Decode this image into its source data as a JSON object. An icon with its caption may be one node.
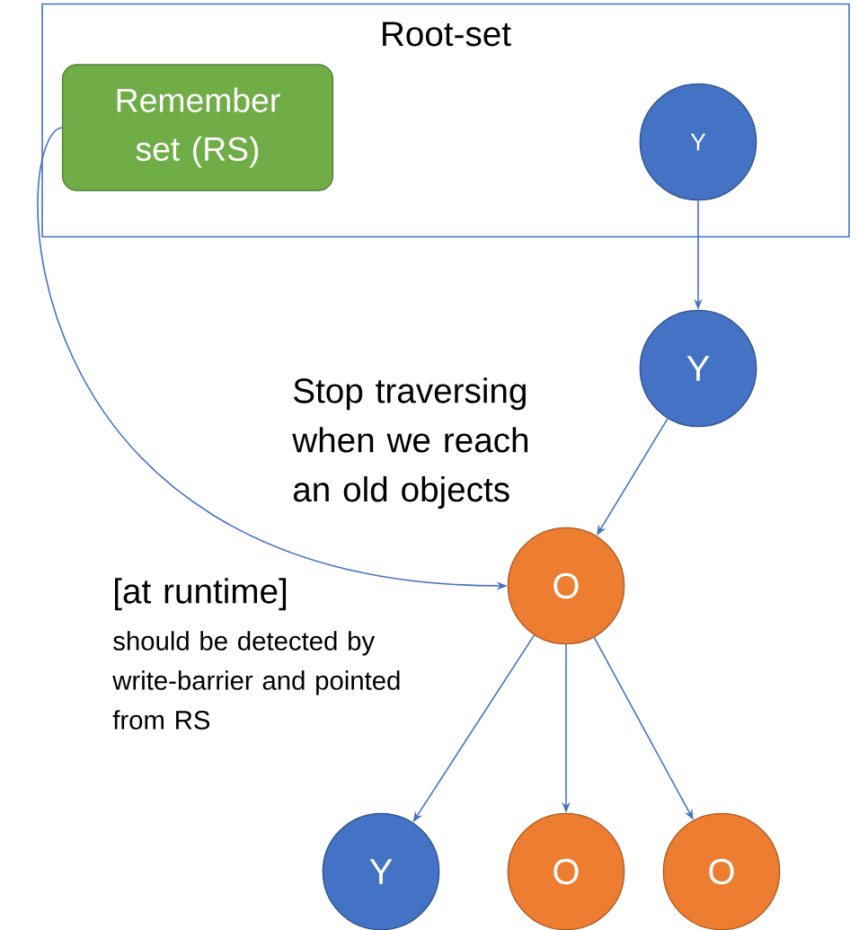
{
  "diagram": {
    "nodes": [
      {
        "text": [
          "Root-set"
        ]
      },
      {
        "text": [
          "Remember set (RS)"
        ],
        "in": 0
      },
      {
        "text": [
          "Y"
        ],
        "in": 0
      },
      {
        "text": [
          "Y"
        ]
      },
      {
        "text": [
          "O"
        ]
      },
      {
        "text": [
          "Y"
        ]
      },
      {
        "text": [
          "O"
        ]
      },
      {
        "text": [
          "O"
        ]
      }
    ],
    "edges": [
      {
        "from": 2,
        "to": 3,
        "arrow": "to"
      },
      {
        "from": 3,
        "to": 4,
        "arrow": "to"
      },
      {
        "from": 1,
        "to": 4,
        "arrow": "to"
      },
      {
        "from": 4,
        "to": 5,
        "arrow": "to"
      },
      {
        "from": 4,
        "to": 6,
        "arrow": "to"
      },
      {
        "from": 4,
        "to": 7,
        "arrow": "to"
      }
    ],
    "labels": [
      "Stop traversing when we reach an old objects",
      "[at runtime]",
      "should be detected by write-barrier and pointed from RS"
    ]
  }
}
